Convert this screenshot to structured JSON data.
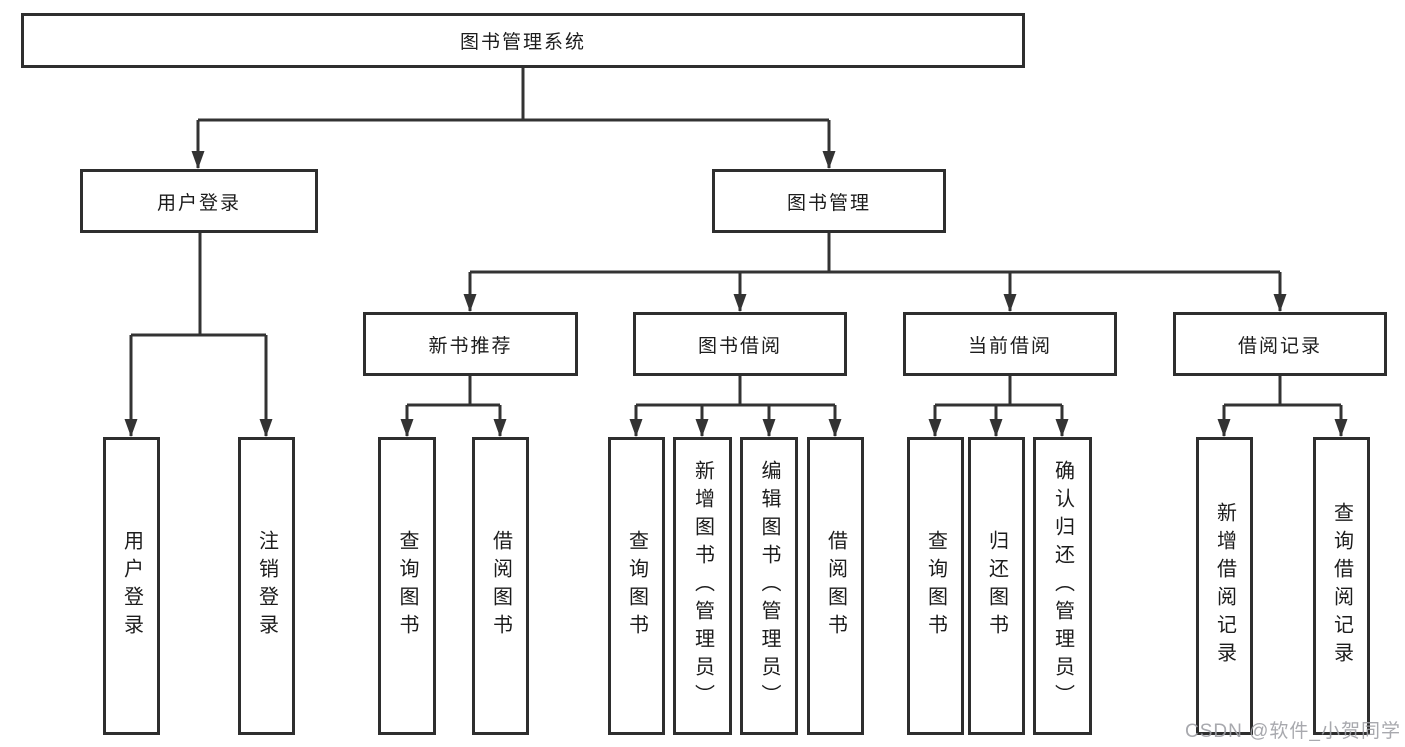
{
  "diagram": {
    "type": "hierarchy-tree",
    "colors": {
      "background": "#ffffff",
      "line": "#333333",
      "box_border": "#2e2e2e",
      "text": "#1c1c1c",
      "watermark": "#9ea0a5"
    },
    "root": {
      "label": "图书管理系统"
    },
    "level2": [
      {
        "label": "用户登录"
      },
      {
        "label": "图书管理"
      }
    ],
    "level3": [
      {
        "label": "新书推荐"
      },
      {
        "label": "图书借阅"
      },
      {
        "label": "当前借阅"
      },
      {
        "label": "借阅记录"
      }
    ],
    "leaves": [
      {
        "label": "用户登录",
        "parent": "用户登录"
      },
      {
        "label": "注销登录",
        "parent": "用户登录"
      },
      {
        "label": "查询图书",
        "parent": "新书推荐"
      },
      {
        "label": "借阅图书",
        "parent": "新书推荐"
      },
      {
        "label": "查询图书",
        "parent": "图书借阅"
      },
      {
        "label": "新增图书（管理员）",
        "parent": "图书借阅"
      },
      {
        "label": "编辑图书（管理员）",
        "parent": "图书借阅"
      },
      {
        "label": "借阅图书",
        "parent": "图书借阅"
      },
      {
        "label": "查询图书",
        "parent": "当前借阅"
      },
      {
        "label": "归还图书",
        "parent": "当前借阅"
      },
      {
        "label": "确认归还（管理员）",
        "parent": "当前借阅"
      },
      {
        "label": "新增借阅记录",
        "parent": "借阅记录"
      },
      {
        "label": "查询借阅记录",
        "parent": "借阅记录"
      }
    ],
    "watermark": "CSDN @软件_小贺同学"
  }
}
